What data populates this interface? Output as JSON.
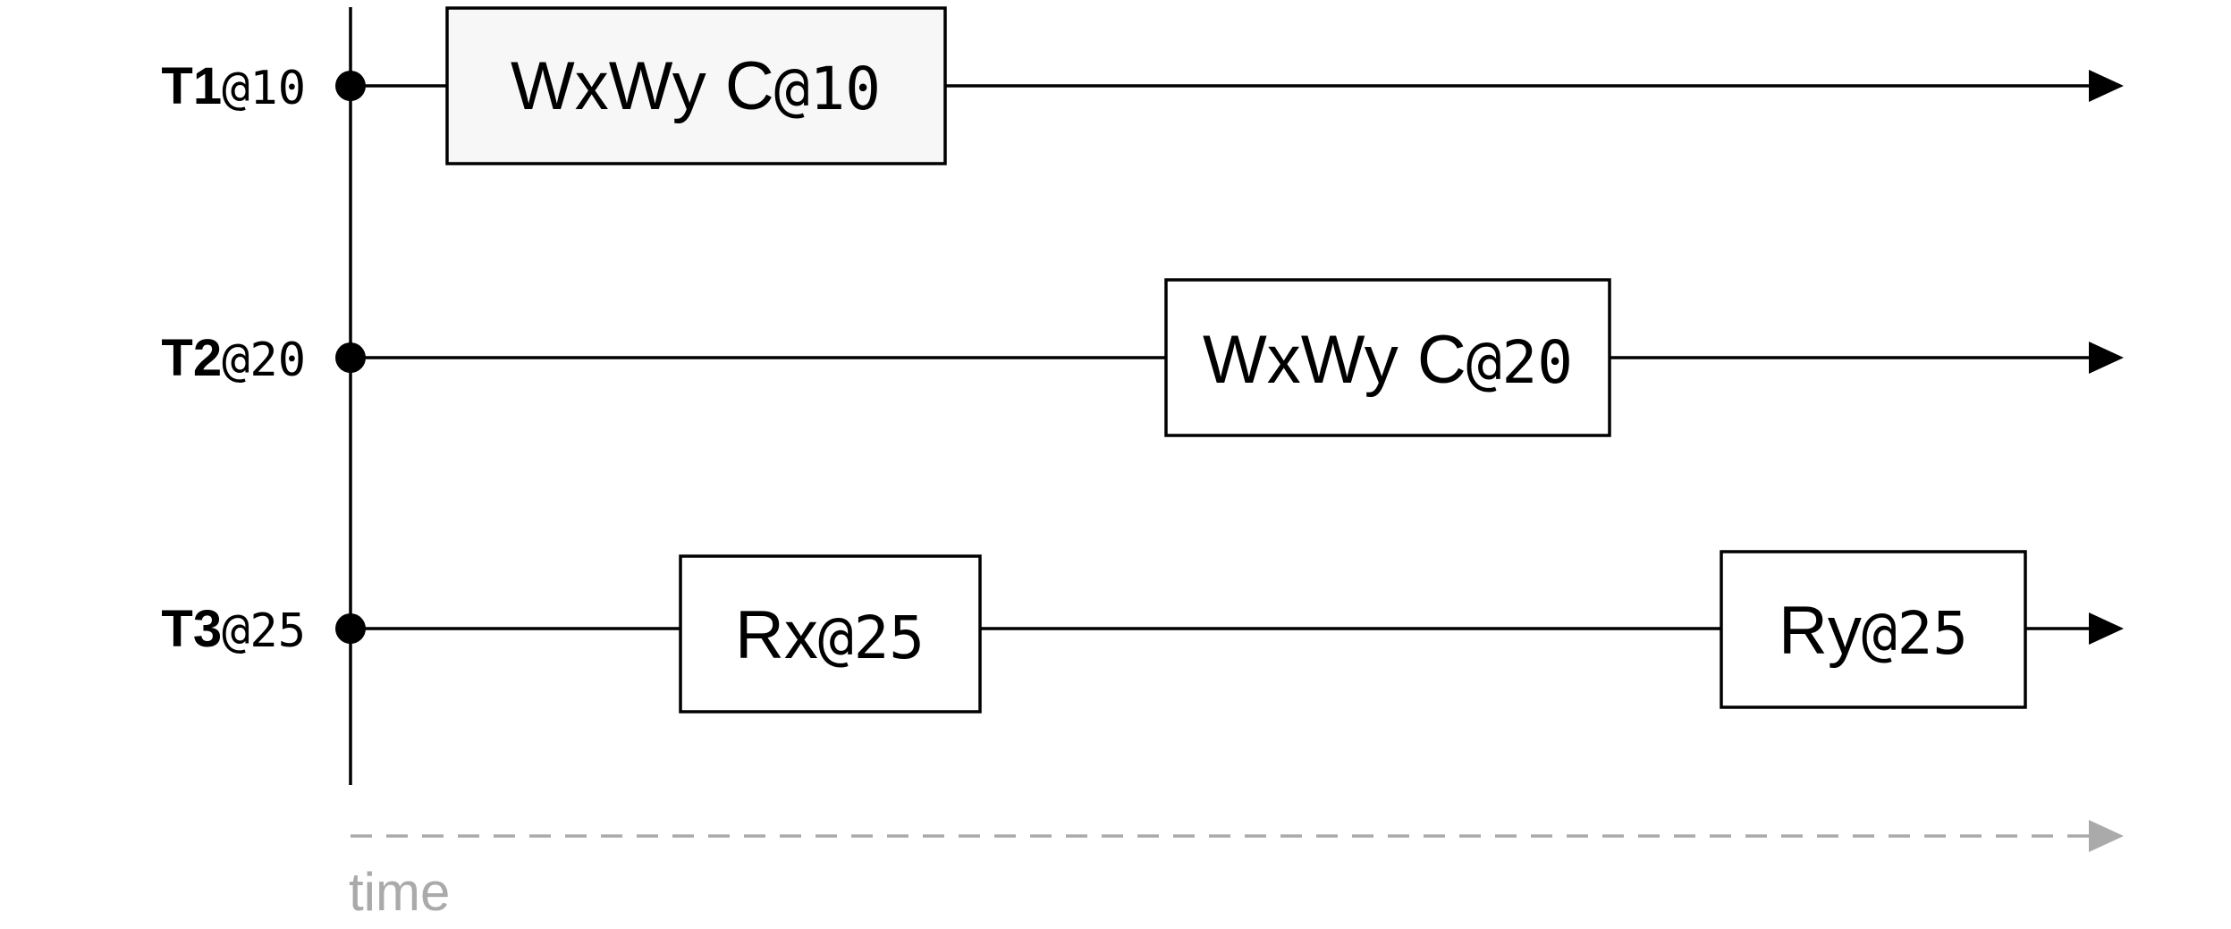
{
  "transactions": [
    {
      "name": "T1",
      "ts": "@10",
      "ops": [
        {
          "main": "WxWy C",
          "suffix": "@10",
          "fill": "#f7f7f7"
        }
      ]
    },
    {
      "name": "T2",
      "ts": "@20",
      "ops": [
        {
          "main": "WxWy C",
          "suffix": "@20",
          "fill": "#ffffff"
        }
      ]
    },
    {
      "name": "T3",
      "ts": "@25",
      "ops": [
        {
          "main": "Rx",
          "suffix": "@25",
          "fill": "#ffffff"
        },
        {
          "main": "Ry",
          "suffix": "@25",
          "fill": "#ffffff"
        }
      ]
    }
  ],
  "time_axis": {
    "label": "time",
    "color": "#aaaaaa"
  },
  "colors": {
    "line": "#000000",
    "background": "#ffffff"
  }
}
